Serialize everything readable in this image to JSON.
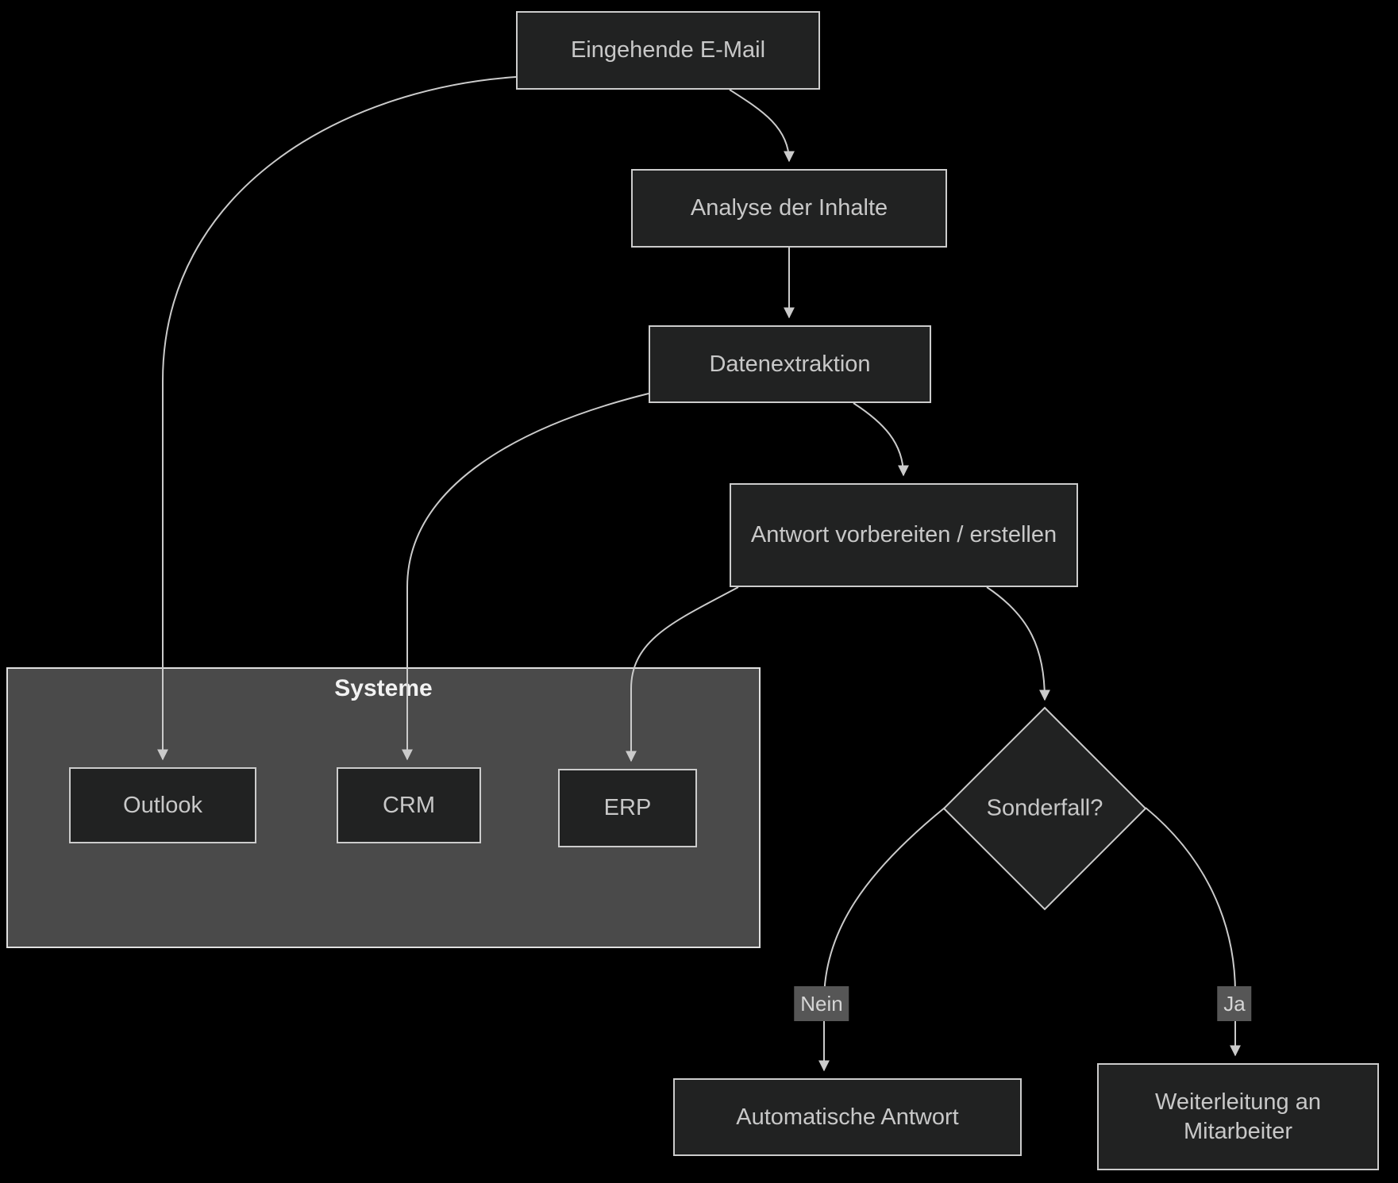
{
  "colors": {
    "background": "#000000",
    "node_fill": "#212222",
    "node_border": "#cccccc",
    "node_text": "#c8c8c8",
    "edge_color": "#cbcbcb",
    "label_bg": "#565656",
    "label_text": "#d6d6d6",
    "subgraph_fill": "#4a4a4a",
    "subgraph_border": "#e0e0e0",
    "subgraph_title": "#f2f2f2"
  },
  "subgraph": {
    "title": "Systeme"
  },
  "nodes": {
    "eingehende": {
      "label": "Eingehende E-Mail"
    },
    "analyse": {
      "label": "Analyse der Inhalte"
    },
    "datenextraktion": {
      "label": "Datenextraktion"
    },
    "antwort": {
      "label": "Antwort vorbereiten / erstellen"
    },
    "outlook": {
      "label": "Outlook"
    },
    "crm": {
      "label": "CRM"
    },
    "erp": {
      "label": "ERP"
    },
    "sonderfall": {
      "label": "Sonderfall?"
    },
    "automatisch": {
      "label": "Automatische Antwort"
    },
    "weiterleitung": {
      "label": "Weiterleitung an Mitarbeiter"
    }
  },
  "edge_labels": {
    "nein": "Nein",
    "ja": "Ja"
  },
  "edges": [
    {
      "from": "Eingehende E-Mail",
      "to": "Outlook",
      "label": ""
    },
    {
      "from": "Eingehende E-Mail",
      "to": "Analyse der Inhalte",
      "label": ""
    },
    {
      "from": "Analyse der Inhalte",
      "to": "Datenextraktion",
      "label": ""
    },
    {
      "from": "Datenextraktion",
      "to": "CRM",
      "label": ""
    },
    {
      "from": "Datenextraktion",
      "to": "Antwort vorbereiten / erstellen",
      "label": ""
    },
    {
      "from": "Antwort vorbereiten / erstellen",
      "to": "ERP",
      "label": ""
    },
    {
      "from": "Antwort vorbereiten / erstellen",
      "to": "Sonderfall?",
      "label": ""
    },
    {
      "from": "Sonderfall?",
      "to": "Automatische Antwort",
      "label": "Nein"
    },
    {
      "from": "Sonderfall?",
      "to": "Weiterleitung an Mitarbeiter",
      "label": "Ja"
    }
  ]
}
